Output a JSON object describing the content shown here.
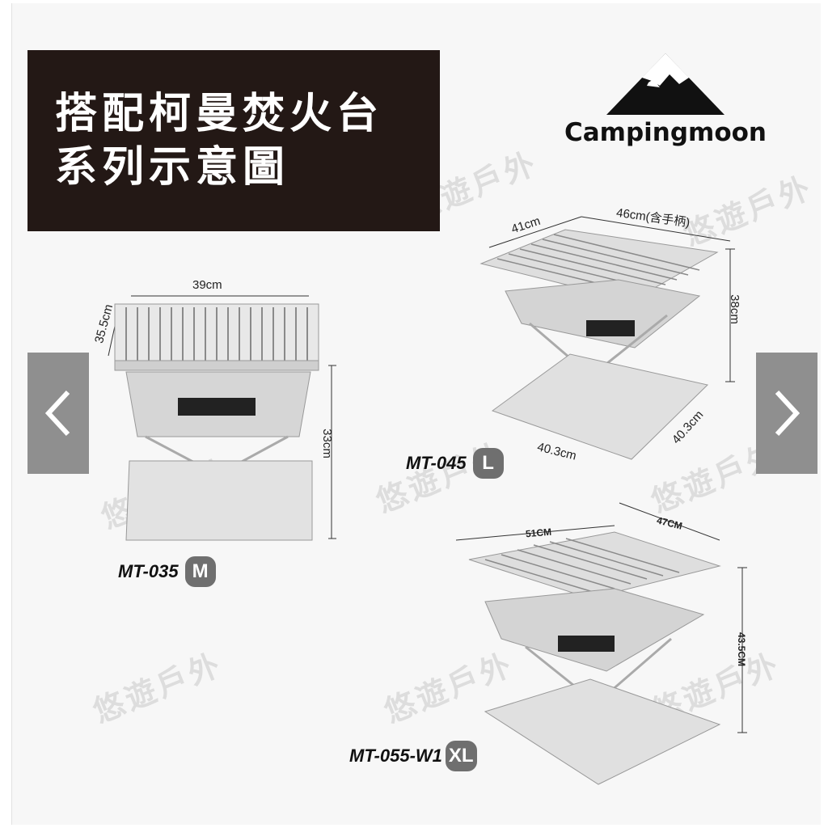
{
  "title": {
    "line1": "搭配柯曼焚火台",
    "line2": "系列示意圖"
  },
  "brand": {
    "name": "Campingmoon"
  },
  "watermark": "悠遊戶外",
  "navigation": {
    "prev_icon": "chevron-left-icon",
    "next_icon": "chevron-right-icon"
  },
  "products": {
    "m": {
      "model": "MT-035",
      "size": "M",
      "width": "39cm",
      "depth": "35.5cm",
      "height": "33cm"
    },
    "l": {
      "model": "MT-045",
      "size": "L",
      "depth": "41cm",
      "width": "46cm(含手柄)",
      "height": "38cm",
      "base_w": "40.3cm",
      "base_d": "40.3cm"
    },
    "xl": {
      "model": "MT-055-W1",
      "size": "XL",
      "width": "51CM",
      "depth": "47CM",
      "height": "43.5CM"
    }
  },
  "colors": {
    "title_bg": "#231815",
    "nav_bg": "#8f8f8f",
    "badge_bg": "#6f6f6f"
  }
}
